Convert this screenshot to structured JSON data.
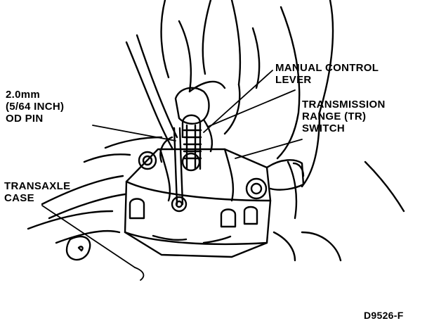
{
  "figure_id": "D9526-F",
  "labels": {
    "manual_control_lever": [
      "MANUAL CONTROL",
      "LEVER"
    ],
    "od_pin": [
      "2.0mm",
      "(5/64 INCH)",
      "OD PIN"
    ],
    "tr_switch": [
      "TRANSMISSION",
      "RANGE (TR)",
      "SWITCH"
    ],
    "transaxle_case": [
      "TRANSAXLE",
      "CASE"
    ]
  },
  "colors": {
    "ink": "#000000",
    "paper": "#ffffff"
  }
}
